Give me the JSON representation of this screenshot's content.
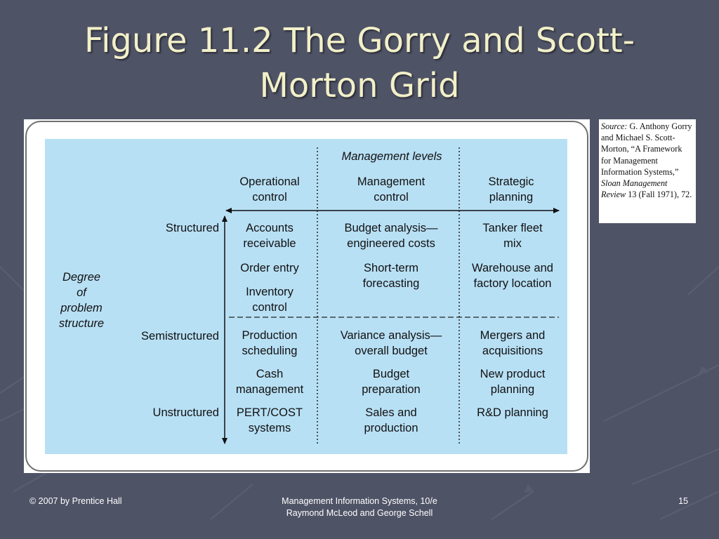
{
  "slide": {
    "title": "Figure 11.2 The Gorry and Scott-Morton Grid",
    "number": "15"
  },
  "figure": {
    "levels_heading": "Management levels",
    "columns": [
      "Operational\ncontrol",
      "Management\ncontrol",
      "Strategic\nplanning"
    ],
    "axis_label": "Degree\nof\nproblem\nstructure",
    "rows": [
      "Structured",
      "Semistructured",
      "Unstructured"
    ],
    "cells": {
      "operational": [
        "Accounts\nreceivable",
        "Order entry",
        "Inventory\ncontrol",
        "Production\nscheduling",
        "Cash\nmanagement",
        "PERT/COST\nsystems"
      ],
      "management": [
        "Budget analysis—\nengineered costs",
        "Short-term\nforecasting",
        "Variance analysis—\noverall budget",
        "Budget\npreparation",
        "Sales and\nproduction"
      ],
      "strategic": [
        "Tanker fleet\nmix",
        "Warehouse and\nfactory location",
        "Mergers and\nacquisitions",
        "New product\nplanning",
        "R&D planning"
      ]
    }
  },
  "source": {
    "label": "Source:",
    "text": "G. Anthony Gorry and Michael S. Scott-Morton, “A Framework for Management Information Systems,”",
    "journal": "Sloan Management Review",
    "citation": "13 (Fall 1971), 72."
  },
  "footer": {
    "left": "© 2007 by Prentice Hall",
    "center_line1": "Management Information Systems, 10/e",
    "center_line2": "Raymond McLeod and George Schell"
  },
  "colors": {
    "background": "#4f5366",
    "title": "#f2f0c8",
    "grid_panel": "#b8e0f5"
  }
}
